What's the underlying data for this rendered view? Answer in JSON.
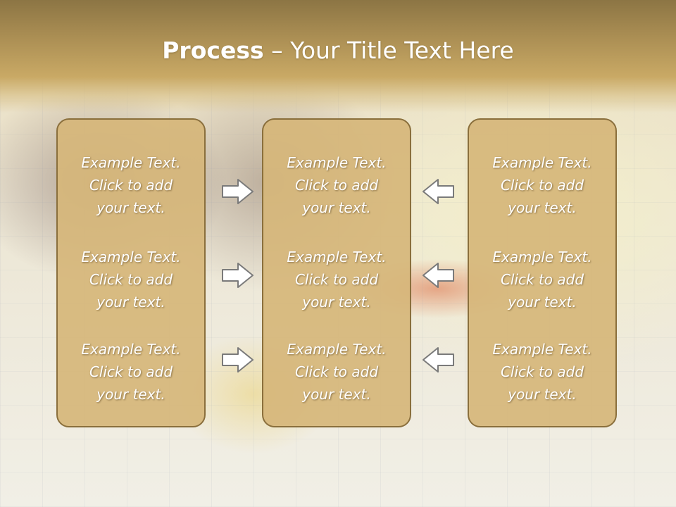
{
  "title": {
    "bold": "Process",
    "rest": " – Your Title Text Here"
  },
  "columns": [
    {
      "items": [
        {
          "line1": "Example Text.",
          "line2": "Click  to add",
          "line3": "your text."
        },
        {
          "line1": "Example Text.",
          "line2": "Click  to add",
          "line3": "your text."
        },
        {
          "line1": "Example Text.",
          "line2": "Click  to add",
          "line3": "your text."
        }
      ]
    },
    {
      "items": [
        {
          "line1": "Example Text.",
          "line2": "Click  to add",
          "line3": "your text."
        },
        {
          "line1": "Example Text.",
          "line2": "Click  to add",
          "line3": "your text."
        },
        {
          "line1": "Example Text.",
          "line2": "Click  to add",
          "line3": "your text."
        }
      ]
    },
    {
      "items": [
        {
          "line1": "Example Text.",
          "line2": "Click  to add",
          "line3": "your text."
        },
        {
          "line1": "Example Text.",
          "line2": "Click  to add",
          "line3": "your text."
        },
        {
          "line1": "Example Text.",
          "line2": "Click  to add",
          "line3": "your text."
        }
      ]
    }
  ],
  "arrows": {
    "left_group": "arrow-right-icon",
    "right_group": "arrow-left-icon"
  },
  "colors": {
    "box_fill": "#d6b67a",
    "box_border": "#8a6f3c",
    "header": "#c9a965",
    "text": "#ffffff"
  }
}
